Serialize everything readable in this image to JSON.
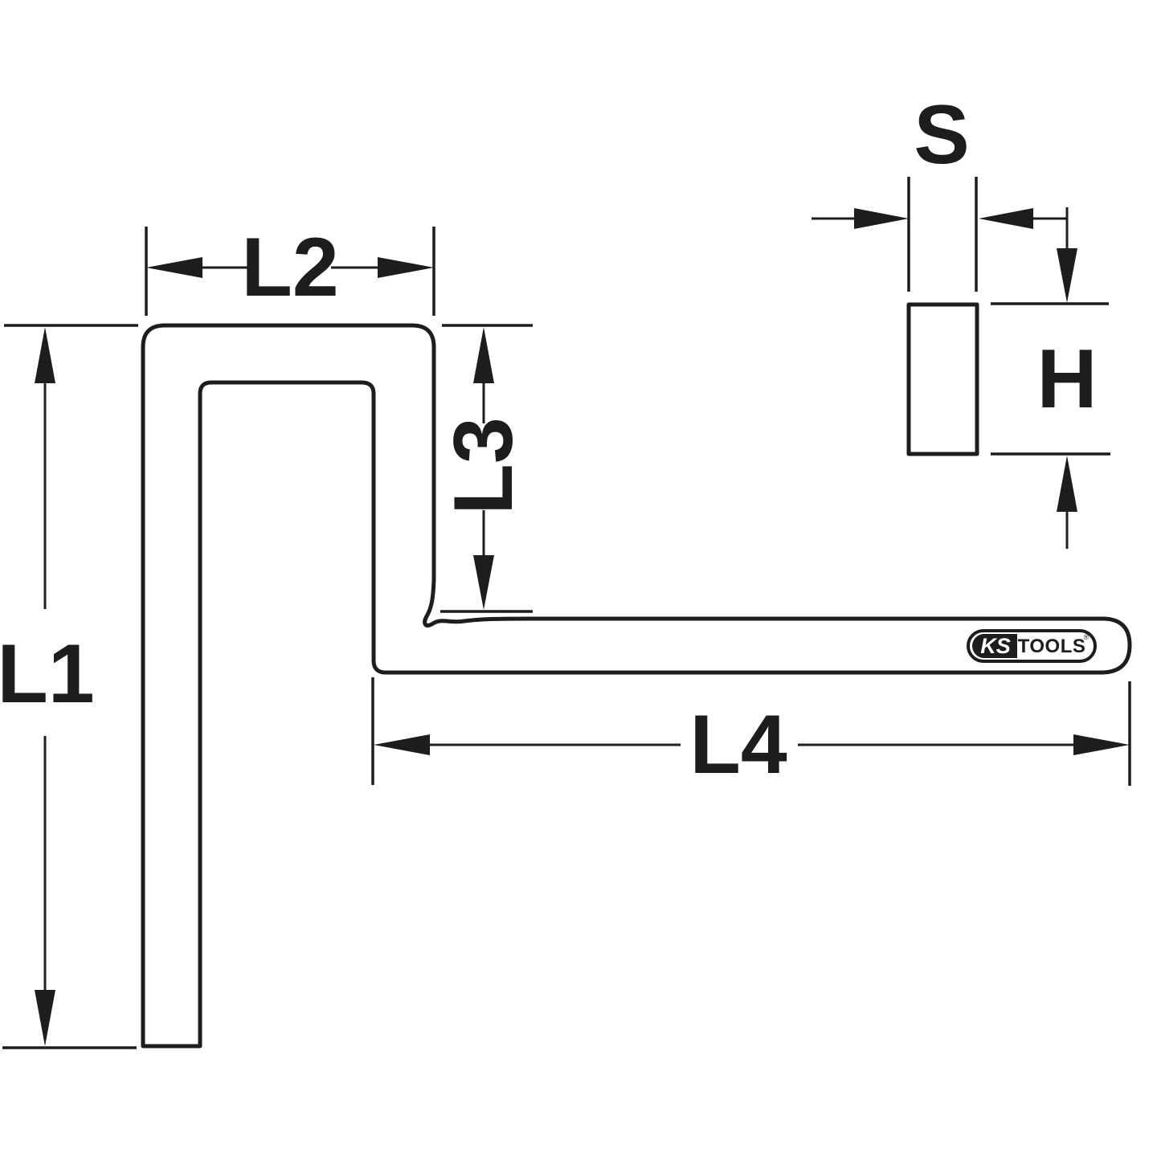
{
  "diagram": {
    "description": "Technical dimension drawing of an S-profile slogging wrench",
    "background_color": "#ffffff",
    "line_color": "#1d1d1b",
    "labels": {
      "l1": "L1",
      "l2": "L2",
      "l3": "L3",
      "l4": "L4",
      "s": "S",
      "h": "H"
    },
    "logo": {
      "ks": "KS",
      "tools": "TOOLS",
      "mark": "®"
    }
  }
}
